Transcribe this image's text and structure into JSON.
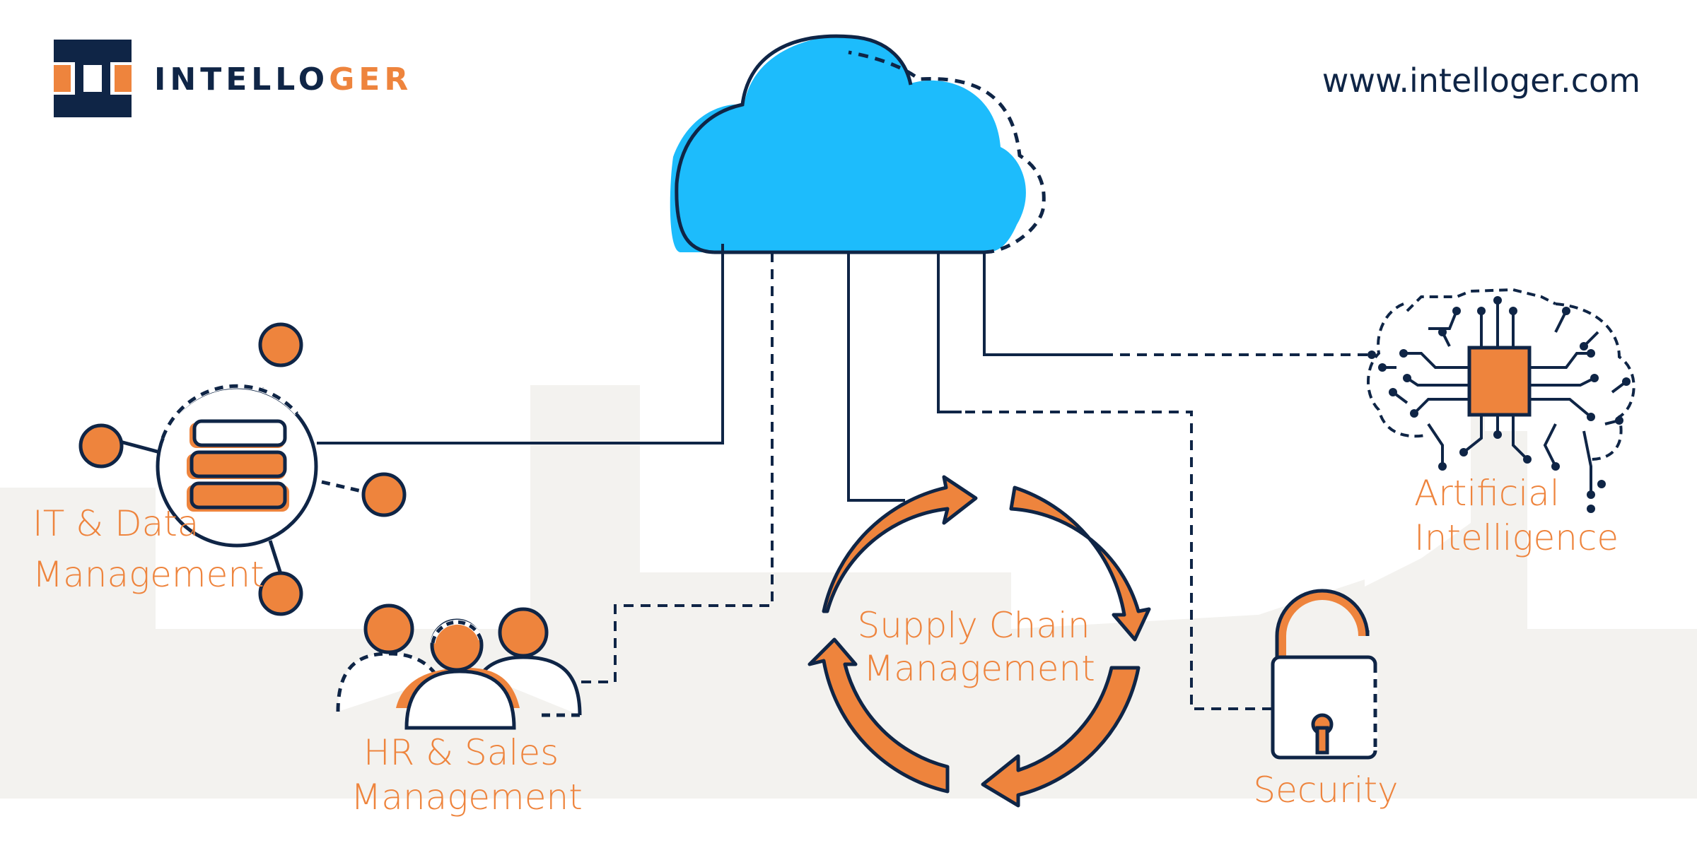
{
  "brand": {
    "name_part1": "INTELLO",
    "name_part2": "GER",
    "url": "www.intelloger.com"
  },
  "nodes": {
    "it_data": {
      "line1": "IT & Data",
      "line2": "Management"
    },
    "hr_sales": {
      "line1": "HR & Sales",
      "line2": "Management"
    },
    "supply_chain": {
      "line1": "Supply Chain",
      "line2": "Management"
    },
    "security": {
      "line1": "Security"
    },
    "ai": {
      "line1": "Artificial",
      "line2": "Intelligence"
    }
  },
  "colors": {
    "navy": "#0f2546",
    "orange": "#ee843d",
    "cloud": "#1dbcfc",
    "background_shape": "#f3f2ef",
    "white": "#ffffff"
  }
}
